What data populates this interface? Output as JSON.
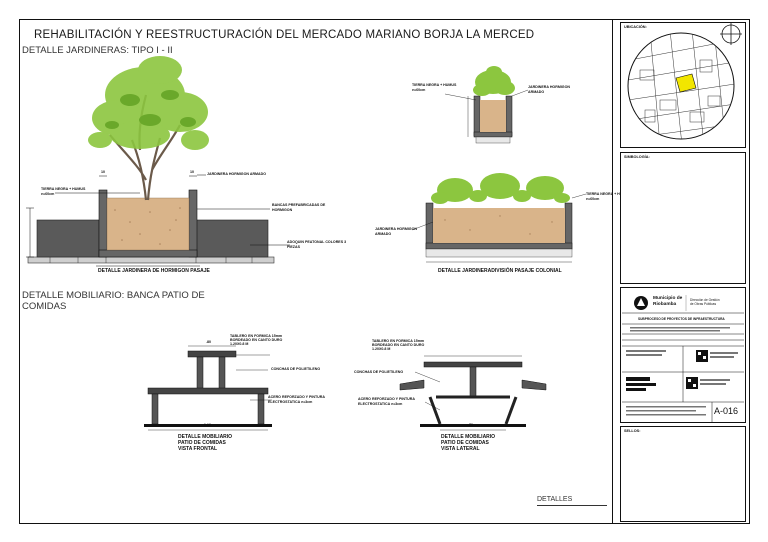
{
  "sheet": {
    "title": "REHABILITACIÓN Y REESTRUCTURACIÓN DEL MERCADO MARIANO BORJA LA MERCED",
    "section_jardineras": "DETALLE JARDINERAS: TIPO I - II",
    "section_mobiliario_line1": "DETALLE MOBILIARIO: BANCA PATIO DE",
    "section_mobiliario_line2": "COMIDAS",
    "sheet_name": "DETALLES"
  },
  "drawings": {
    "pasaje": {
      "caption": "DETALLE JARDINERA DE HORMIGON PASAJE",
      "label_tierra": [
        "TIERRA NEGRA + HUMUS",
        "e=60cm"
      ],
      "label_jardinera": "JARDINERA HORMIGON ARMADO",
      "label_bancas": [
        "BANCAS PREFABRICADAS DE",
        "HORMIGON"
      ],
      "label_adoquin": [
        "ADOQUIN PEATONAL COLORES 3",
        "PIEZAS"
      ],
      "dim_top_left": "10",
      "dim_top_right": "10"
    },
    "colonial_small": {
      "label_tierra": [
        "TIERRA NEGRA + HUMUS",
        "e=60cm"
      ],
      "label_jardinera": [
        "JARDINERA HORMIGON",
        "ARMADO"
      ]
    },
    "colonial": {
      "caption": "DETALLE JARDINERADIVISIÓN PASAJE COLONIAL",
      "label_tierra": [
        "TIERRA NEGRA + HUMUS",
        "e=60cm"
      ],
      "label_jardinera": [
        "JARDINERA HORMIGON",
        "ARMADO"
      ]
    },
    "banca_frontal": {
      "caption": [
        "DETALLE MOBILIARIO",
        "PATIO DE COMIDAS",
        "VISTA FRONTAL"
      ],
      "label_tablero": [
        "TABLERO EN FORMICA 15mm",
        "BORDEADO EN CANTO DURO",
        "1.20X0.8 M"
      ],
      "label_conchas": "CONCHAS DE POLIETILENO",
      "label_acero": [
        "ACERO REFORZADO Y PINTURA",
        "ELECTROSTATICA e=3cm"
      ],
      "dim_top": ".80",
      "dim_bottom": "1.10"
    },
    "banca_lateral": {
      "caption": [
        "DETALLE MOBILIARIO",
        "PATIO DE COMIDAS",
        "VISTA LATERAL"
      ],
      "label_tablero": [
        "TABLERO EN FORMICA 15mm",
        "BORDEADO EN CANTO DURO",
        "1.20X0.8 M"
      ],
      "label_conchas": "CONCHAS DE POLIETILENO",
      "label_acero": [
        "ACERO REFORZADO Y PINTURA",
        "ELECTROSTATICA e=3cm"
      ],
      "dim_bottom": ".70"
    }
  },
  "side_panels": {
    "ubicacion": "UBICACIÓN:",
    "simbologia": "SIMBOLOGÍA:",
    "sellos": "SELLOS:"
  },
  "title_block": {
    "municipality": [
      "Municipio de",
      "Riobamba"
    ],
    "department": [
      "Dirección de Gestión",
      "de Obras Públicas"
    ],
    "subdepartment": "SUBPROCESO DE PROYECTOS DE INFRAESTRUCTURA",
    "sheet_code": "A-016"
  },
  "colors": {
    "soil": "#d9b48a",
    "foliage": "#8cc63f",
    "trunk": "#6b5a4a",
    "concrete": "#555555",
    "highlight": "#f2e600"
  }
}
